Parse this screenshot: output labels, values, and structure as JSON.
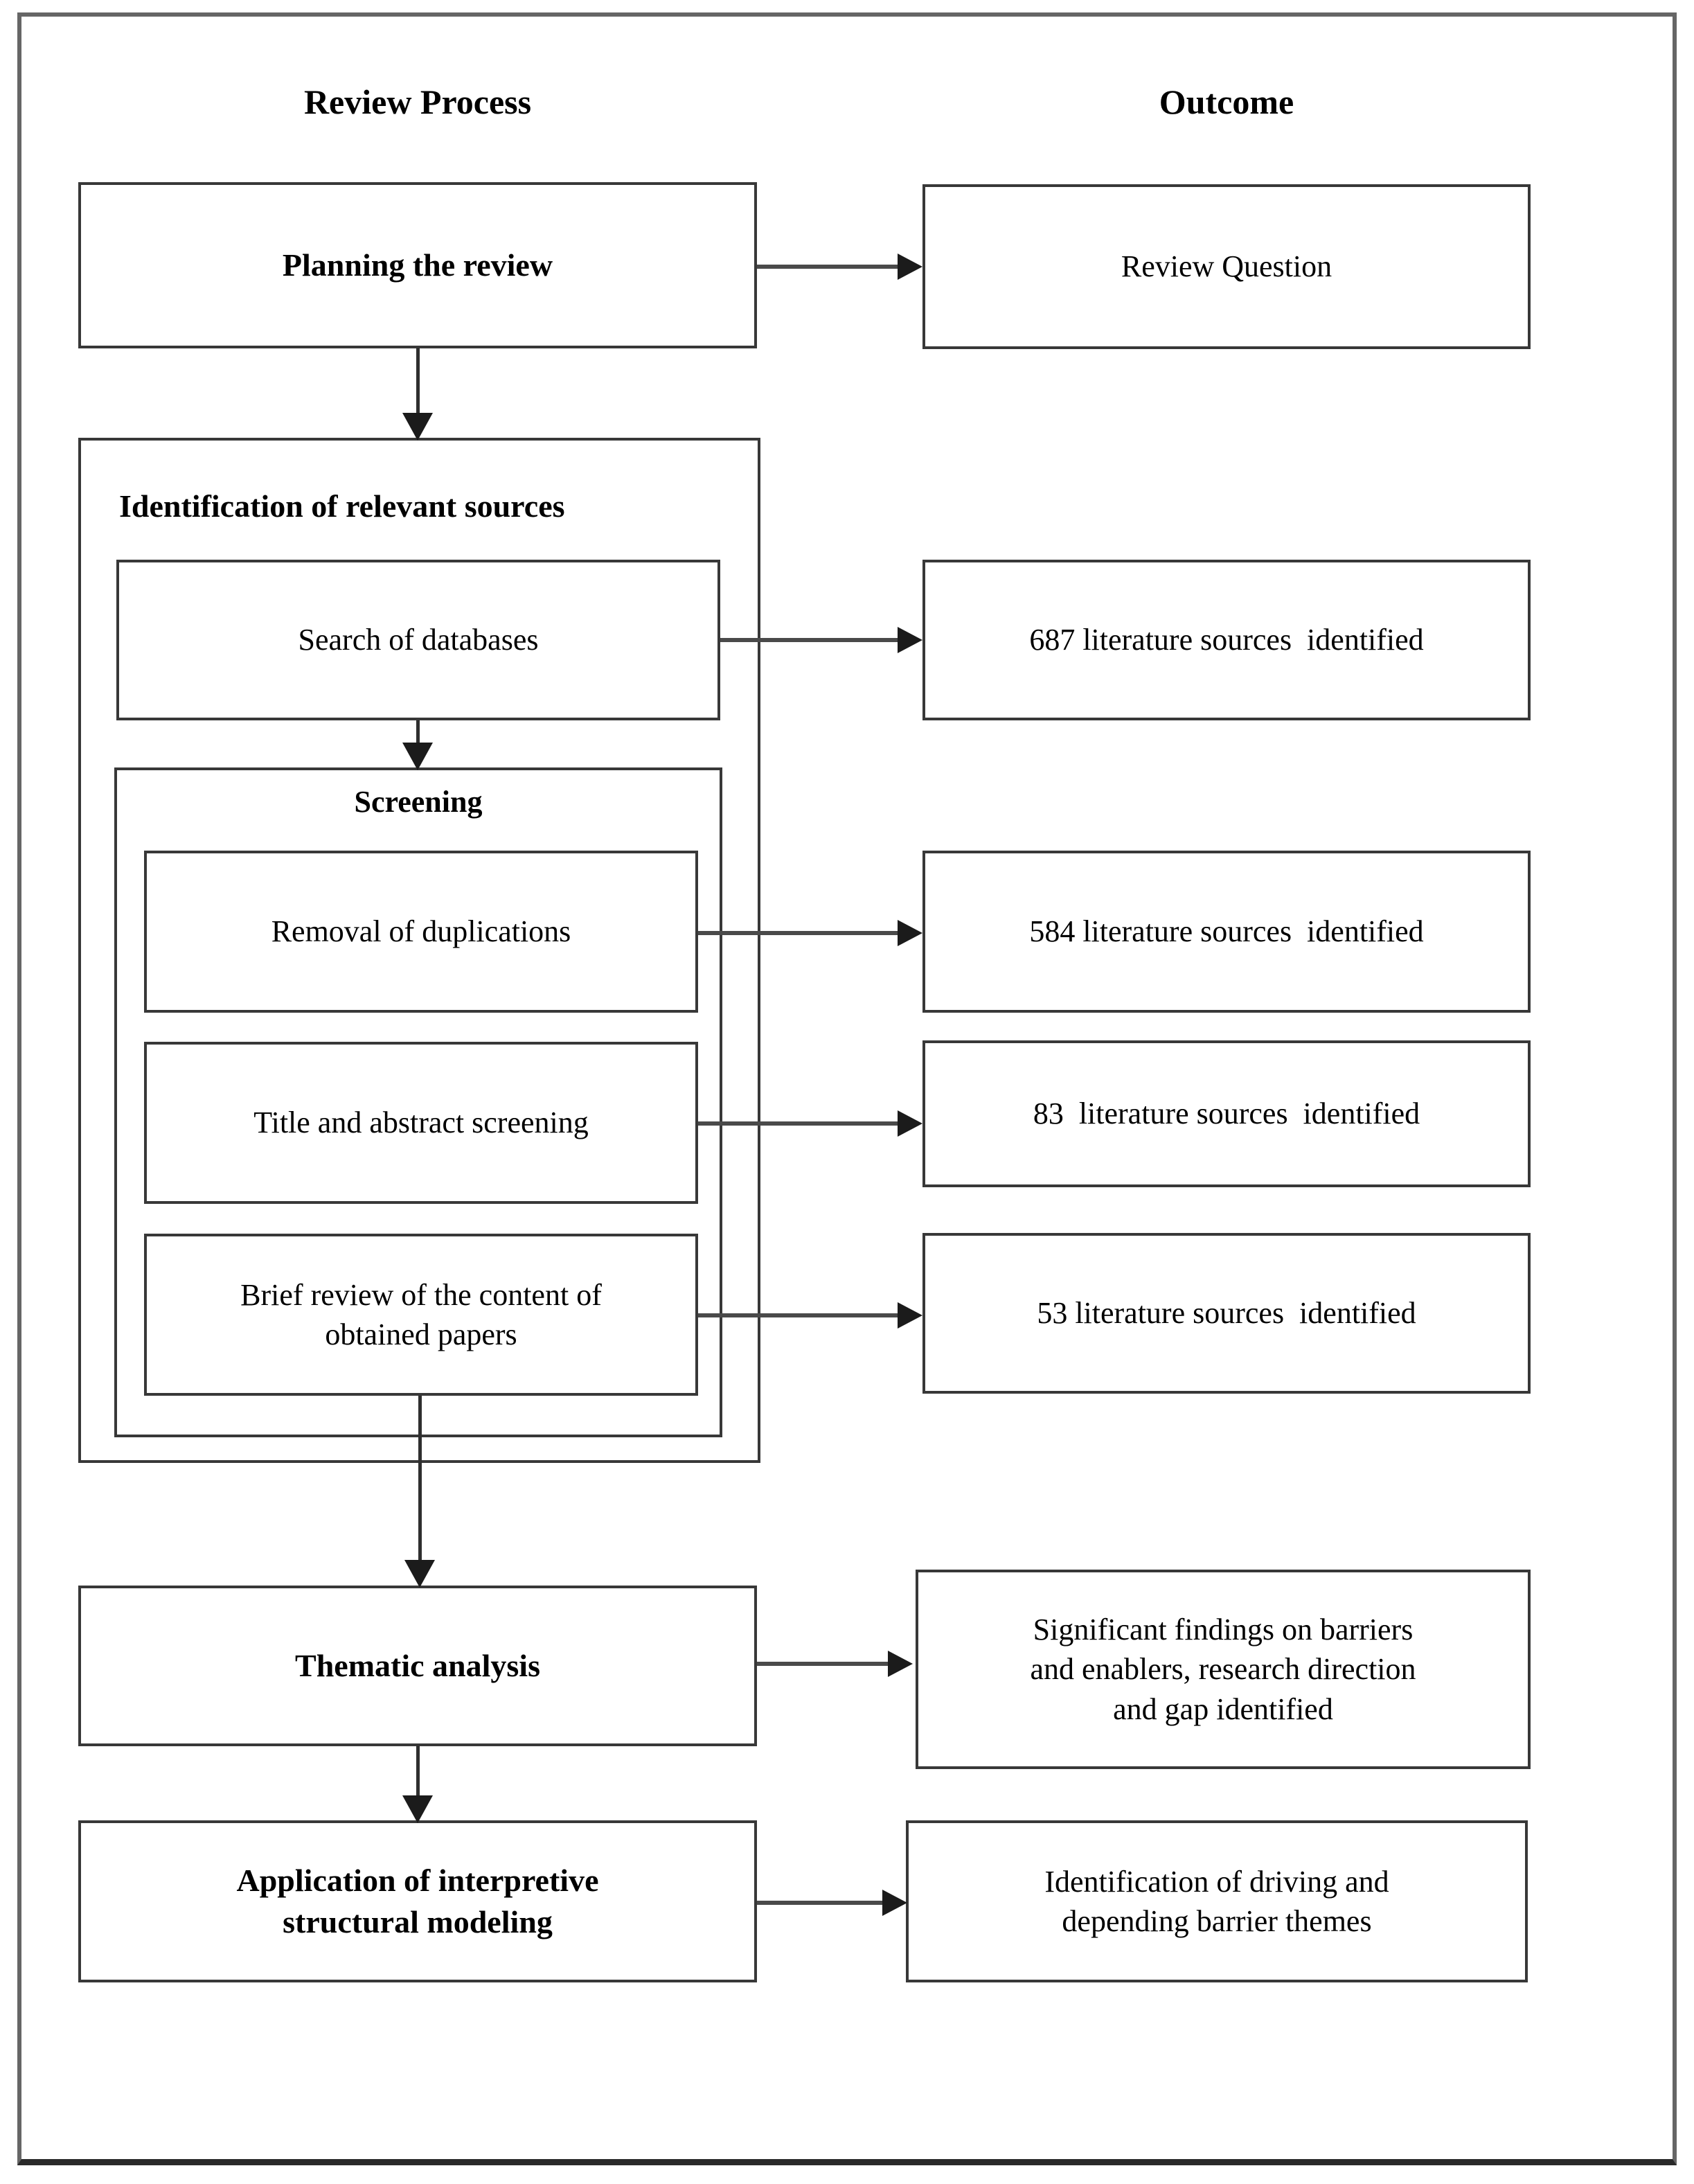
{
  "page": {
    "headers": {
      "process": "Review Process",
      "outcome": "Outcome"
    },
    "nodes": {
      "planning": "Planning the review",
      "identification_title": "Identification of relevant sources",
      "search": "Search of databases",
      "screening_title": "Screening",
      "removal": "Removal of duplications",
      "title_abstract": "Title and abstract screening",
      "brief_review": "Brief review of the content of\nobtained papers",
      "thematic": "Thematic analysis",
      "ism": "Application of interpretive\nstructural modeling"
    },
    "outcomes": {
      "review_question": "Review Question",
      "identified_687": "687 literature sources  identified",
      "identified_584": "584 literature sources  identified",
      "identified_83": "83  literature sources  identified",
      "identified_53": "53 literature sources  identified",
      "findings": "Significant findings on barriers\nand enablers, research direction\nand gap identified",
      "driving_depending": "Identification of driving and\ndepending barrier themes"
    },
    "colors": {
      "line": "#4a4a4a",
      "arrowhead": "#1b1b1b",
      "border": "#383838",
      "text": "#000000",
      "background": "#ffffff"
    }
  }
}
